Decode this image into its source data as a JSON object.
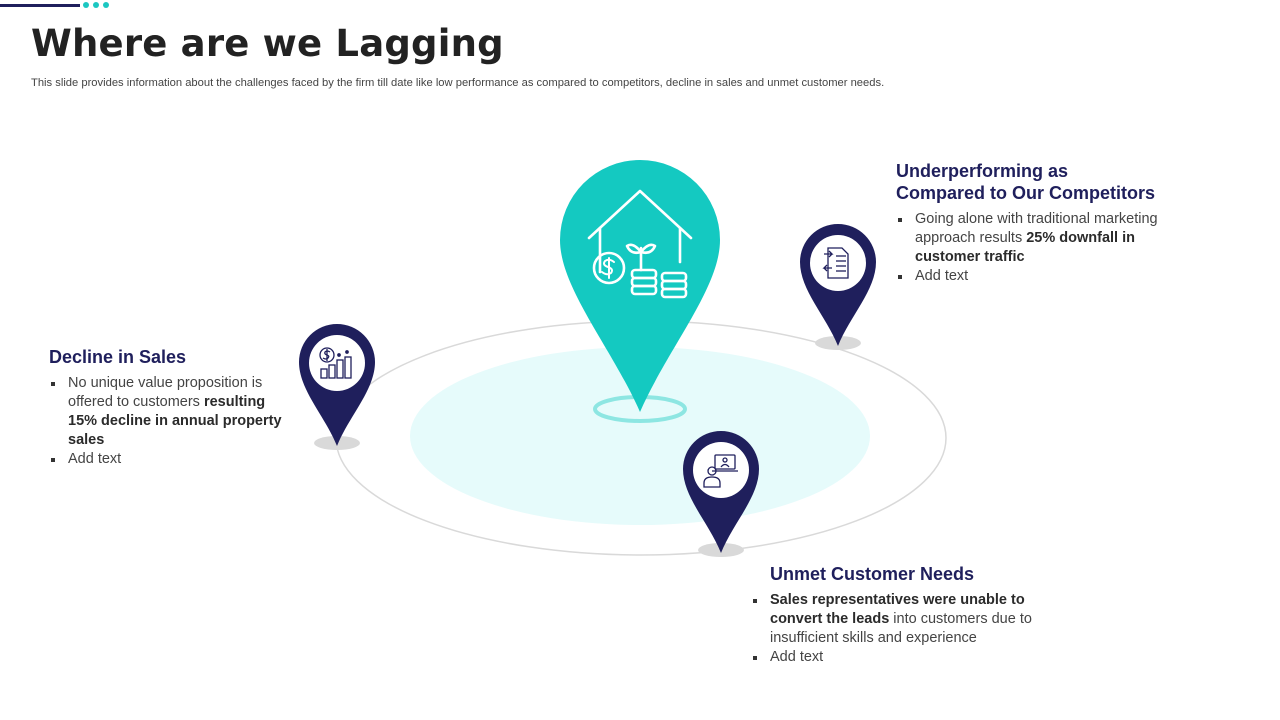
{
  "slide": {
    "title": "Where are we Lagging",
    "subtitle": "This slide provides information about the challenges faced by the firm till date like low performance as compared to competitors, decline in sales and unmet customer needs."
  },
  "colors": {
    "navy": "#1f1f5c",
    "teal": "#14c9c1",
    "ring": "#d9d9d9",
    "glow": "#e6fbfb"
  },
  "central_pin": {
    "icon": "house-plant-money-icon"
  },
  "sections": {
    "decline": {
      "heading": "Decline in Sales",
      "icon": "money-bar-chart-icon",
      "b1_pre": "No unique value proposition is offered to customers ",
      "b1_bold": "resulting 15% decline in annual property sales",
      "b2": "Add text"
    },
    "underperforming": {
      "heading_line1": "Underperforming as",
      "heading_line2": "Compared to Our Competitors",
      "icon": "exchange-document-icon",
      "b1_pre": "Going alone with traditional marketing approach results ",
      "b1_bold": "25% downfall in customer traffic",
      "b2": "Add text"
    },
    "unmet": {
      "heading": "Unmet Customer Needs",
      "icon": "customer-laptop-icon",
      "b1_bold": "Sales representatives were unable to convert the leads",
      "b1_post": " into customers due to insufficient skills and experience",
      "b2": "Add text"
    }
  }
}
